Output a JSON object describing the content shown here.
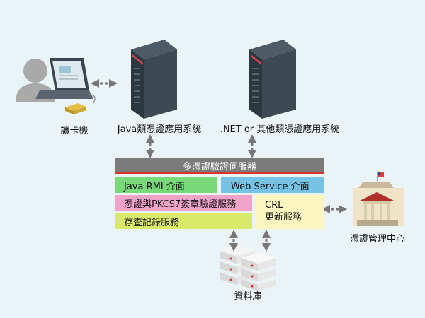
{
  "labels": {
    "card_reader": "讀卡機",
    "java_system": "Java類憑證應用系統",
    "net_system": ".NET or 其他類憑證應用系統",
    "database": "資料庫",
    "cert_center": "憑證管理中心"
  },
  "server": {
    "title": "多憑證驗證伺服器",
    "java_rmi": "Java RMI 介面",
    "web_service": "Web Service 介面",
    "sign_verify": "憑證與PKCS7簽章驗證服務",
    "log_service": "存查記錄服務",
    "crl_line1": "CRL",
    "crl_line2": "更新服務"
  },
  "colors": {
    "background": "#eaf3f6",
    "server_title": "#7b7b7b",
    "accent_red": "#d9352f",
    "java_rmi": "#77d977",
    "web_service": "#77c3e6",
    "sign_verify": "#f2a3c9",
    "log_service": "#d9ea6a",
    "crl": "#fbf6bf"
  }
}
